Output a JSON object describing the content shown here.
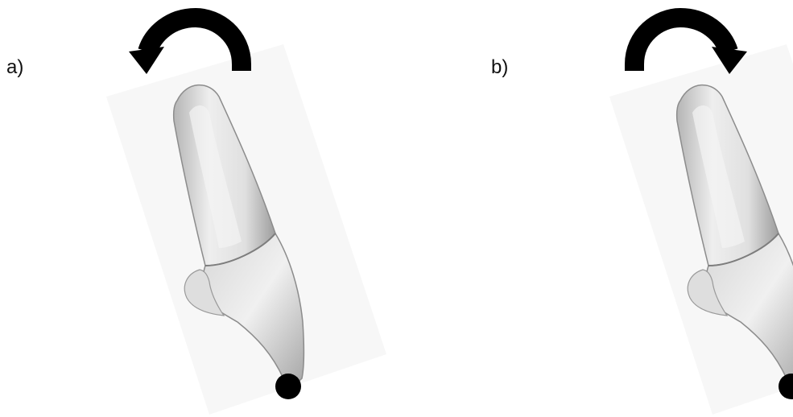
{
  "panels": [
    {
      "label": "a)",
      "rotation_direction": "counterclockwise",
      "arrow_icon": "rotate-counterclockwise-arrow-icon"
    },
    {
      "label": "b)",
      "rotation_direction": "clockwise",
      "arrow_icon": "rotate-clockwise-arrow-icon"
    }
  ],
  "colors": {
    "arrow": "#000000",
    "pivot": "#000000",
    "tooth_fill": "#e6e6e6",
    "tooth_shadow": "#9a9a9a",
    "background_card": "#f7f7f7"
  }
}
